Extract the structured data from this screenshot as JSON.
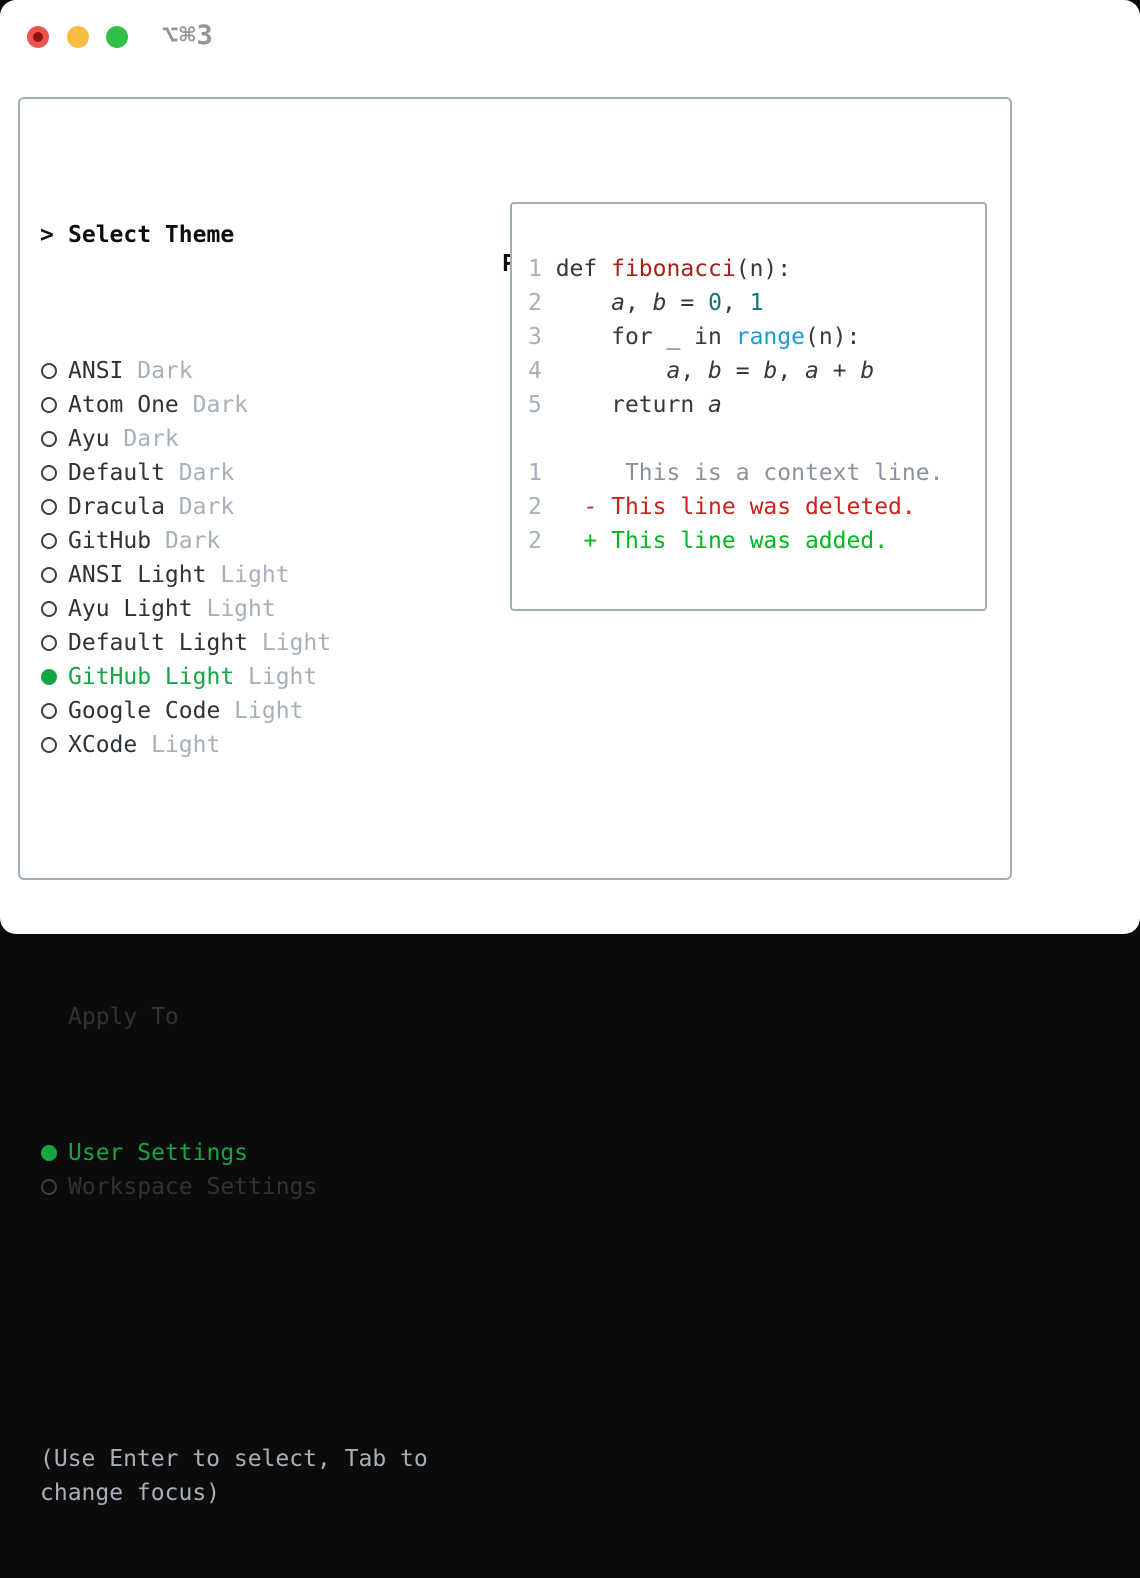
{
  "window": {
    "title": "⌥⌘3",
    "traffic_lights": [
      "close",
      "minimize",
      "maximize"
    ]
  },
  "theme_panel": {
    "prompt": ">",
    "title": "Select Theme",
    "themes": [
      {
        "name": "ANSI",
        "variant": "Dark",
        "selected": false
      },
      {
        "name": "Atom One",
        "variant": "Dark",
        "selected": false
      },
      {
        "name": "Ayu",
        "variant": "Dark",
        "selected": false
      },
      {
        "name": "Default",
        "variant": "Dark",
        "selected": false
      },
      {
        "name": "Dracula",
        "variant": "Dark",
        "selected": false
      },
      {
        "name": "GitHub",
        "variant": "Dark",
        "selected": false
      },
      {
        "name": "ANSI Light",
        "variant": "Light",
        "selected": false
      },
      {
        "name": "Ayu Light",
        "variant": "Light",
        "selected": false
      },
      {
        "name": "Default Light",
        "variant": "Light",
        "selected": false
      },
      {
        "name": "GitHub Light",
        "variant": "Light",
        "selected": true
      },
      {
        "name": "Google Code",
        "variant": "Light",
        "selected": false
      },
      {
        "name": "XCode",
        "variant": "Light",
        "selected": false
      }
    ],
    "apply_to": {
      "title": "Apply To",
      "options": [
        {
          "label": "User Settings",
          "selected": true
        },
        {
          "label": "Workspace Settings",
          "selected": false
        }
      ]
    },
    "hint": "(Use Enter to select, Tab to change focus)"
  },
  "preview": {
    "title": "Preview",
    "lines": [
      {
        "num": "1",
        "tokens": [
          [
            "code",
            " def "
          ],
          [
            "func",
            "fibonacci"
          ],
          [
            "code",
            "(n):"
          ]
        ]
      },
      {
        "num": "2",
        "tokens": [
          [
            "code",
            "     "
          ],
          [
            "var",
            "a"
          ],
          [
            "code",
            ", "
          ],
          [
            "var",
            "b"
          ],
          [
            "code",
            " = "
          ],
          [
            "num",
            "0"
          ],
          [
            "code",
            ", "
          ],
          [
            "num",
            "1"
          ]
        ]
      },
      {
        "num": "3",
        "tokens": [
          [
            "code",
            "     for _ in "
          ],
          [
            "builtin",
            "range"
          ],
          [
            "code",
            "(n):"
          ]
        ]
      },
      {
        "num": "4",
        "tokens": [
          [
            "code",
            "         "
          ],
          [
            "var",
            "a"
          ],
          [
            "code",
            ", "
          ],
          [
            "var",
            "b"
          ],
          [
            "code",
            " = "
          ],
          [
            "var",
            "b"
          ],
          [
            "code",
            ", "
          ],
          [
            "var",
            "a"
          ],
          [
            "code",
            " + "
          ],
          [
            "var",
            "b"
          ]
        ]
      },
      {
        "num": "5",
        "tokens": [
          [
            "code",
            "     return "
          ],
          [
            "var",
            "a"
          ]
        ]
      },
      {
        "num": "",
        "tokens": []
      },
      {
        "num": "1",
        "tokens": [
          [
            "ctx",
            "      This is a context line."
          ]
        ]
      },
      {
        "num": "2",
        "tokens": [
          [
            "del",
            "   - This line was deleted."
          ]
        ]
      },
      {
        "num": "2",
        "tokens": [
          [
            "add",
            "   + This line was added."
          ]
        ]
      }
    ]
  },
  "colors": {
    "selected_green": "#16a543",
    "muted_gray": "#a6b0ba",
    "border_gray": "#a4adb6",
    "code_default": "#33393f",
    "function_red": "#a82018",
    "number_teal": "#0e7575",
    "builtin_blue": "#209bd0",
    "context_gray": "#8b9299",
    "deleted_red": "#c9231a",
    "added_green": "#04b622",
    "traffic_red": "#ee5350",
    "traffic_yellow": "#f7bd40",
    "traffic_green": "#2fc046"
  }
}
